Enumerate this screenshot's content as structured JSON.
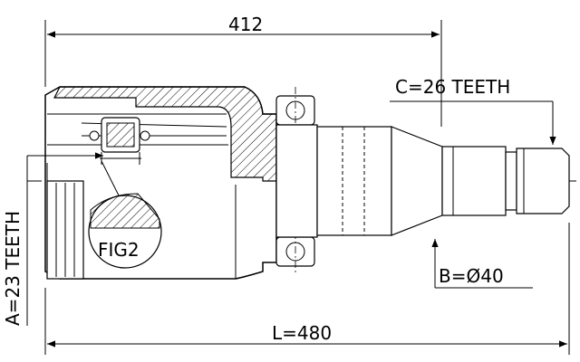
{
  "dimensions": {
    "top_length": "412",
    "total_length": "L=480",
    "spline_a": "A=23 TEETH",
    "diameter_b": "B=Ø40",
    "spline_c": "C=26 TEETH"
  },
  "detail": {
    "label": "FIG2"
  },
  "colors": {
    "line": "#000000",
    "background": "#ffffff"
  }
}
